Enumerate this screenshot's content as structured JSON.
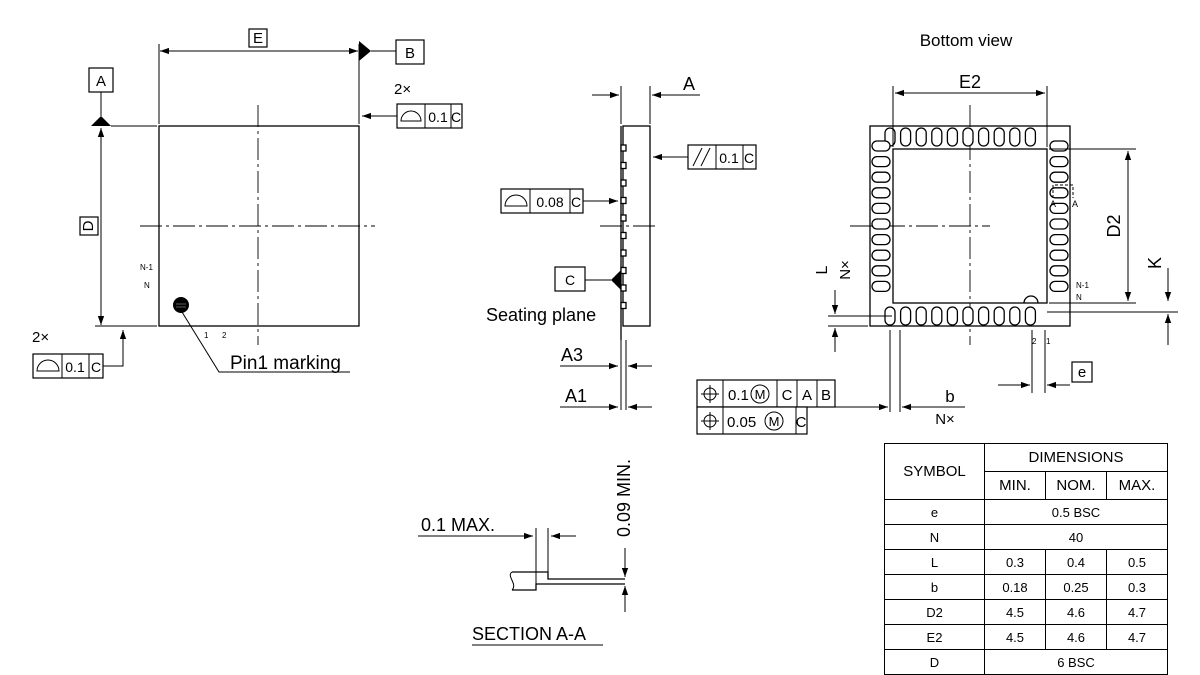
{
  "top_view": {
    "dim_e": "E",
    "dim_d": "D",
    "datum_a": "A",
    "datum_b": "B",
    "qty_top": "2×",
    "fcf_top_tol": "0.1",
    "fcf_top_ref": "C",
    "qty_left": "2×",
    "fcf_left_tol": "0.1",
    "fcf_left_ref": "C",
    "pin_n1": "N-1",
    "pin_n": "N",
    "pin_1": "1",
    "pin_2": "2",
    "pin1_label": "Pin1 marking"
  },
  "side_view": {
    "dim_a": "A",
    "parallel_tol": "0.1",
    "parallel_ref": "C",
    "flat_tol": "0.08",
    "flat_ref": "C",
    "datum_c": "C",
    "seating_plane": "Seating plane",
    "dim_a3": "A3",
    "dim_a1": "A1"
  },
  "section": {
    "max_label": "0.1 MAX.",
    "min_label": "0.09 MIN.",
    "title": "SECTION A-A"
  },
  "bottom_view": {
    "title": "Bottom view",
    "dim_e2": "E2",
    "dim_d2": "D2",
    "dim_l": "L",
    "nx_left": "N×",
    "dim_k": "K",
    "sec_a1": "A",
    "sec_a2": "A",
    "pin_n1": "N-1",
    "pin_n": "N",
    "pin_2": "2",
    "pin_1": "1",
    "dim_e": "e",
    "dim_b": "b",
    "nx_b": "N×"
  },
  "pos_fcf": {
    "row1_tol": "0.1",
    "row1_mod": "M",
    "row1_refs": [
      "C",
      "A",
      "B"
    ],
    "row2_tol": "0.05",
    "row2_mod": "M",
    "row2_ref": "C"
  },
  "table": {
    "symbol_header": "SYMBOL",
    "dimensions_header": "DIMENSIONS",
    "min_header": "MIN.",
    "nom_header": "NOM.",
    "max_header": "MAX.",
    "rows": [
      {
        "symbol": "e",
        "value": "0.5 BSC"
      },
      {
        "symbol": "N",
        "value": "40"
      },
      {
        "symbol": "L",
        "min": "0.3",
        "nom": "0.4",
        "max": "0.5"
      },
      {
        "symbol": "b",
        "min": "0.18",
        "nom": "0.25",
        "max": "0.3"
      },
      {
        "symbol": "D2",
        "min": "4.5",
        "nom": "4.6",
        "max": "4.7"
      },
      {
        "symbol": "E2",
        "min": "4.5",
        "nom": "4.6",
        "max": "4.7"
      },
      {
        "symbol": "D",
        "value": "6 BSC"
      }
    ]
  }
}
